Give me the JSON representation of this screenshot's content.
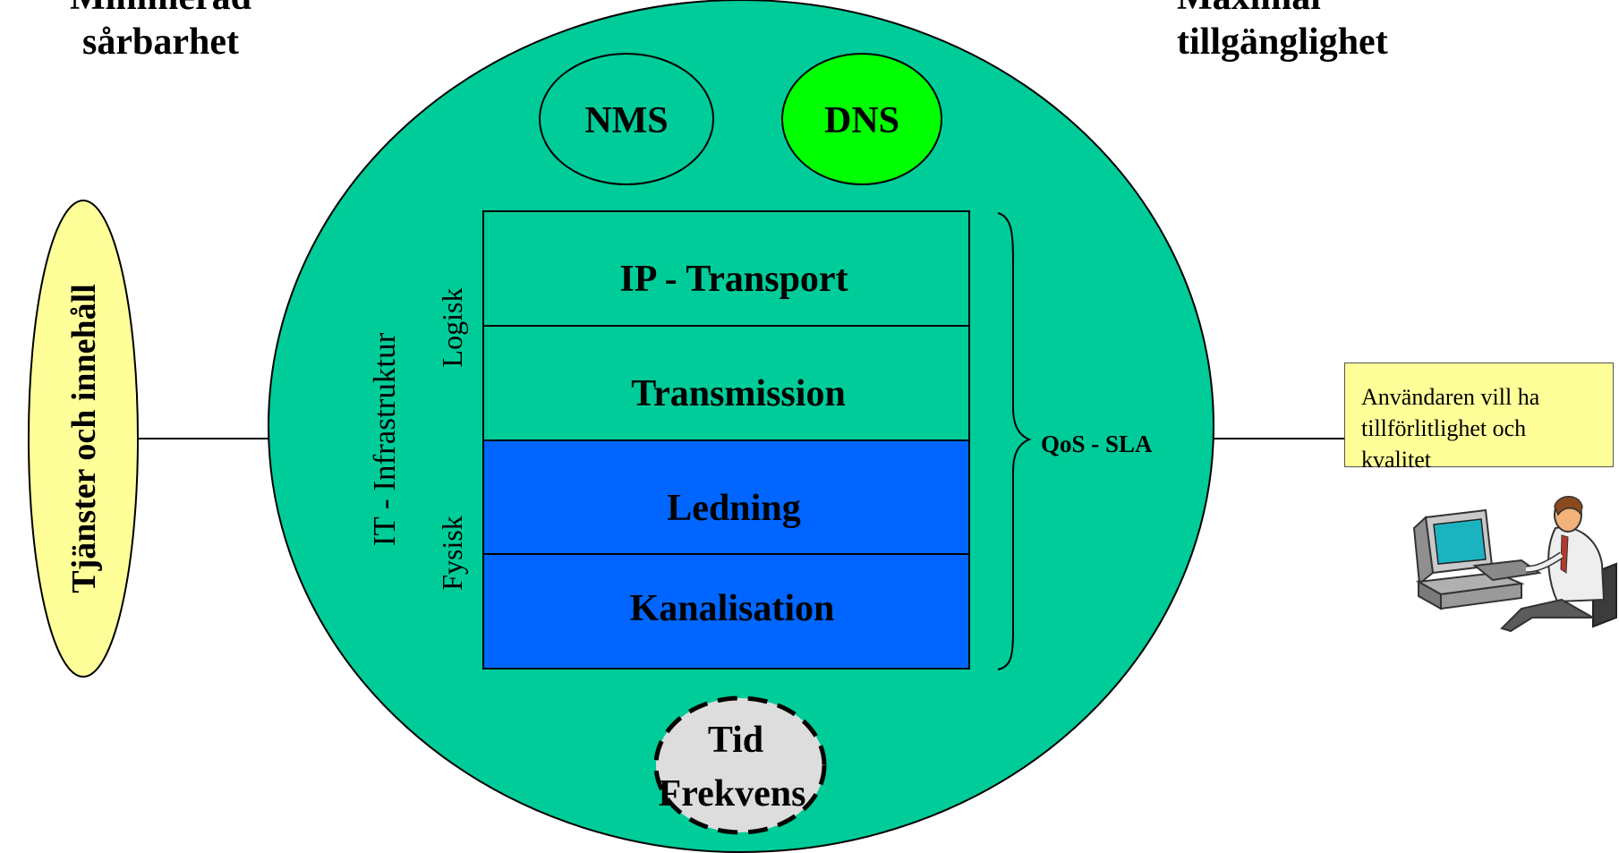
{
  "top_left_line1": "Minimerad",
  "top_left_line2": "sårbarhet",
  "top_right_line1": "Maximal",
  "top_right_line2": "tillgänglighet",
  "services": "Tjänster och innehåll",
  "nms": "NMS",
  "dns": "DNS",
  "infra_label": "IT -  Infrastruktur",
  "logical_label": "Logisk",
  "physical_label": "Fysisk",
  "layers": [
    "IP - Transport",
    "Transmission",
    "Ledning",
    "Kanalisation"
  ],
  "qos": "QoS - SLA",
  "time_line1": "Tid",
  "time_line2": "Frekvens",
  "user_note": [
    "Användaren vill ha",
    "tillförlitlighet och",
    "kvalitet"
  ],
  "colors": {
    "main_circle": "#00cc99",
    "dns_fill": "#00ff00",
    "services_fill": "#ffff99",
    "physical_layers": "#0066ff",
    "time_fill": "#dddddd",
    "callout_fill": "#ffff99"
  }
}
